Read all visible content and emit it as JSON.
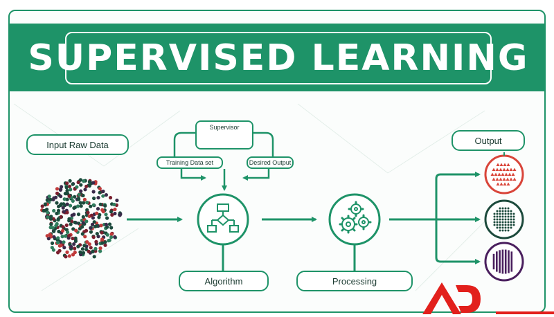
{
  "title": "SUPERVISED LEARNING",
  "labels": {
    "input_raw_data": "Input Raw Data",
    "supervisor": "Supervisor",
    "training_data_set": "Training Data set",
    "desired_output": "Desired Output",
    "algorithm": "Algorithm",
    "processing": "Processing",
    "output": "Output"
  },
  "colors": {
    "primary": "#1e9368",
    "red": "#d9453a",
    "dark_green": "#1c4a3c",
    "purple": "#4a1f5e",
    "brand_red": "#e2201c"
  },
  "icons": [
    "person-at-computer-icon",
    "flowchart-icon",
    "gears-icon"
  ],
  "logo_text": "AD"
}
